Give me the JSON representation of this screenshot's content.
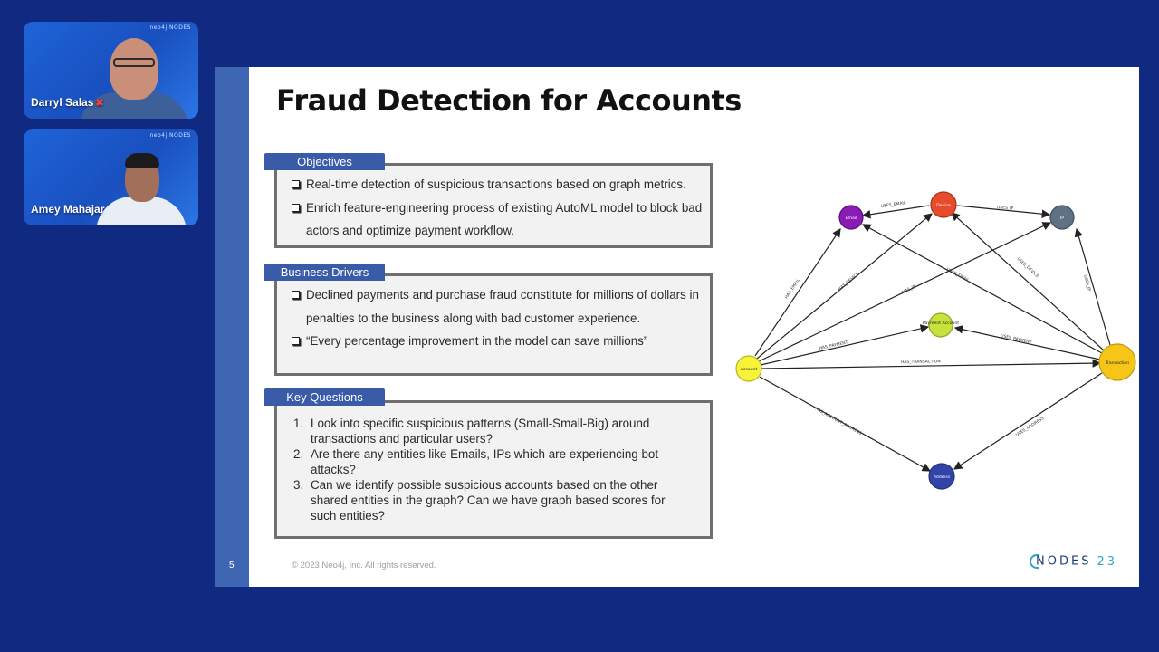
{
  "participants": [
    {
      "name": "Darryl Salas",
      "muted": true,
      "logo_text": "neo4j NODES"
    },
    {
      "name": "Amey Mahajar",
      "muted": false,
      "logo_text": "neo4j NODES"
    }
  ],
  "slide": {
    "number": "5",
    "title": "Fraud Detection for Accounts",
    "sections": {
      "objectives": {
        "tab": "Objectives",
        "items": [
          "Real-time detection of suspicious transactions based on graph metrics.",
          "Enrich feature-engineering process of existing AutoML model to block bad actors and optimize payment workflow."
        ]
      },
      "business_drivers": {
        "tab": "Business Drivers",
        "items": [
          "Declined payments and purchase fraud constitute for millions of dollars in penalties to the business along with bad customer experience.",
          "“Every percentage improvement in the model can save millions”"
        ]
      },
      "key_questions": {
        "tab": "Key Questions",
        "items": [
          {
            "num": "1.",
            "text": "Look into specific suspicious patterns (Small-Small-Big) around transactions and particular users?"
          },
          {
            "num": "2.",
            "text": "Are there any entities like Emails, IPs which are experiencing bot attacks?"
          },
          {
            "num": "3.",
            "text": "Can we identify possible suspicious accounts based on the other shared entities in the graph? Can we have graph based scores for such entities?"
          }
        ]
      }
    },
    "copyright": "© 2023 Neo4j, Inc. All rights reserved.",
    "logo": {
      "word": "NODES",
      "year": "23"
    },
    "graph": {
      "nodes": {
        "email": "Email",
        "device": "Device",
        "ip": "IP",
        "payment": "Payment Account",
        "account": "Account",
        "transaction": "Transaction",
        "address": "Address"
      },
      "edges": {
        "uses_email_top": "USES_EMAIL",
        "uses_ip_top": "USES_IP",
        "has_email": "HAS_EMAIL",
        "has_device": "HAS_DEVICE",
        "has_ip": "HAS_IP",
        "uses_email_tx": "USES_EMAIL",
        "uses_device": "USES_DEVICE",
        "uses_ip_tx": "USES_IP",
        "has_payment": "HAS_PAYMENT",
        "uses_payment": "USES_PAYMENT",
        "has_transaction": "HAS_TRANSACTION",
        "has_account_address": "HAS_ACCOUNT_ADDRESS",
        "uses_address": "USES_ADDRESS"
      },
      "colors": {
        "email": "#8a1bb5",
        "device": "#e84b2c",
        "ip": "#5f7285",
        "payment": "#c7e23a",
        "account": "#f6f33a",
        "transaction": "#f5c518",
        "address": "#3344a8"
      }
    }
  }
}
